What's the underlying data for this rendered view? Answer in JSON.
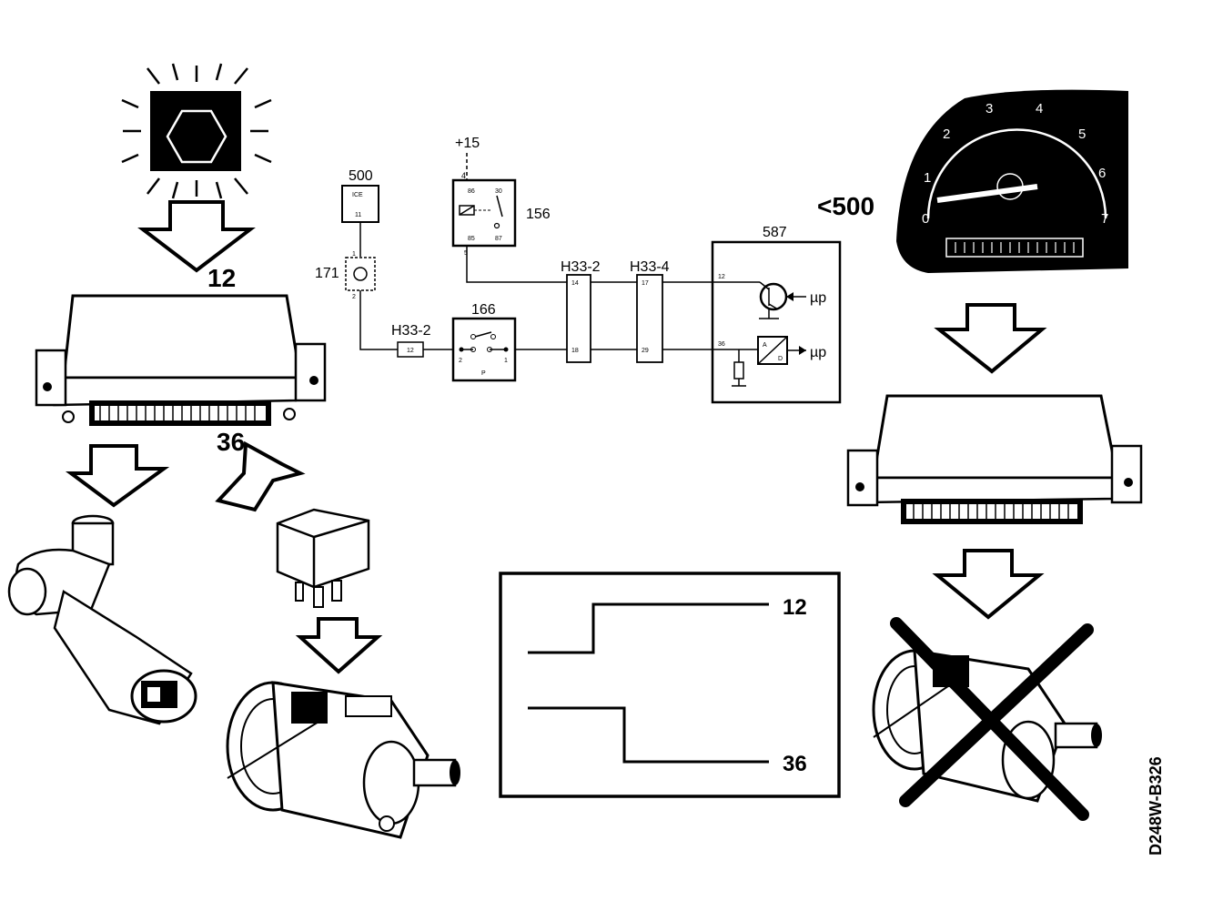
{
  "figure_id": "D248W-B326",
  "ecu_top": {
    "pin_a": "12",
    "pin_b": "36"
  },
  "gauge": {
    "condition": "<500",
    "ticks": [
      "0",
      "1",
      "2",
      "3",
      "4",
      "5",
      "6",
      "7"
    ]
  },
  "schematic": {
    "supply": "+15",
    "comp_500": {
      "id": "500",
      "label": "ICE",
      "pin": "11"
    },
    "comp_171": {
      "id": "171",
      "pin_top": "1",
      "pin_bottom": "2"
    },
    "relay_156": {
      "id": "156",
      "pins": [
        "4",
        "86",
        "30",
        "85",
        "87",
        "5"
      ]
    },
    "switch_166": {
      "id": "166",
      "pin_left": "2",
      "pin_right": "1",
      "label": "P"
    },
    "connector_left": {
      "id": "H33-2",
      "pin": "12"
    },
    "connector_mid": {
      "id": "H33-2",
      "pin_top": "14",
      "pin_bottom": "18"
    },
    "connector_right": {
      "id": "H33-4",
      "pin_top": "17",
      "pin_bottom": "29"
    },
    "ecu_587": {
      "id": "587",
      "pin_top": "12",
      "pin_bottom": "36",
      "mu_top": "µp",
      "mu_bottom": "µp",
      "adc_a": "A",
      "adc_d": "D"
    }
  },
  "signal_box": {
    "trace_upper": "12",
    "trace_lower": "36"
  }
}
